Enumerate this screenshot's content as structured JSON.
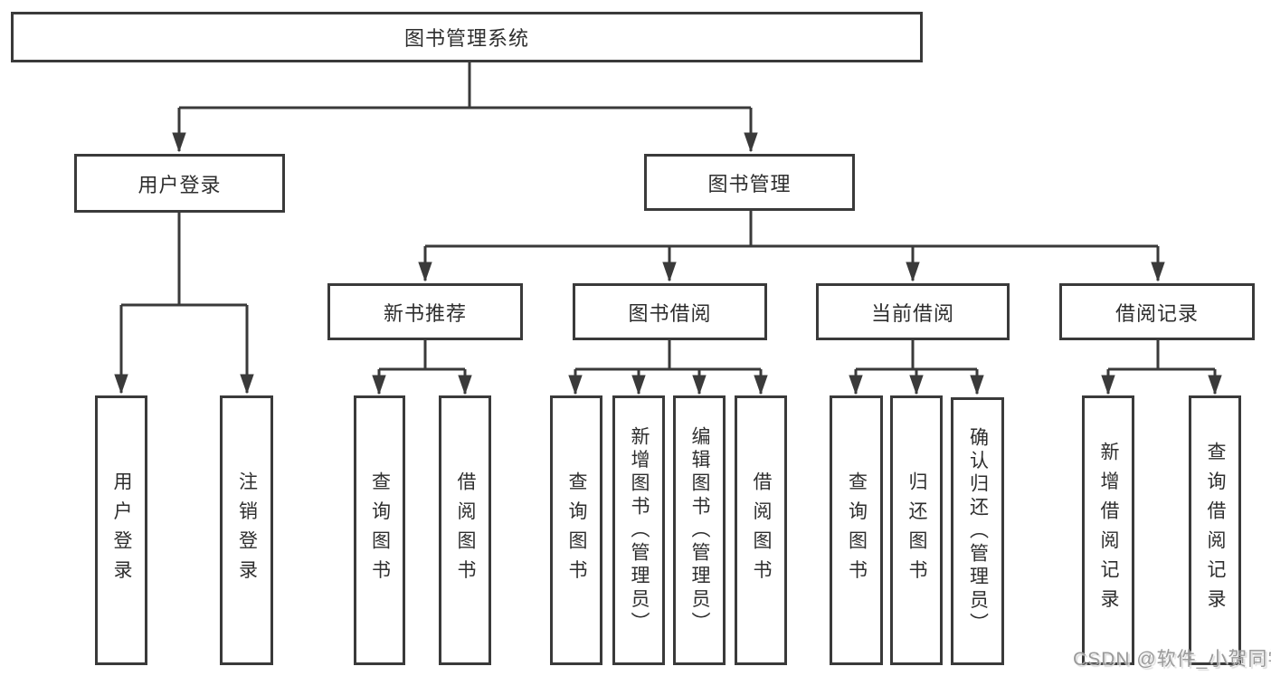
{
  "colors": {
    "line": "#3a3a3a",
    "box_border": "#3a3a3a",
    "text": "#2e2e2e",
    "watermark": "#9a9a9a",
    "background": "#ffffff"
  },
  "watermark": {
    "text": "CSDN @软件_小贺同学"
  },
  "tree": {
    "root": {
      "label": "图书管理系统"
    },
    "branches": [
      {
        "label": "用户登录",
        "children": [
          {
            "label": "用户登录"
          },
          {
            "label": "注销登录"
          }
        ]
      },
      {
        "label": "图书管理",
        "sections": [
          {
            "label": "新书推荐",
            "children": [
              {
                "label": "查询图书"
              },
              {
                "label": "借阅图书"
              }
            ]
          },
          {
            "label": "图书借阅",
            "children": [
              {
                "label": "查询图书"
              },
              {
                "label": "新增图书（管理员）"
              },
              {
                "label": "编辑图书（管理员）"
              },
              {
                "label": "借阅图书"
              }
            ]
          },
          {
            "label": "当前借阅",
            "children": [
              {
                "label": "查询图书"
              },
              {
                "label": "归还图书"
              },
              {
                "label": "确认归还（管理员）"
              }
            ]
          },
          {
            "label": "借阅记录",
            "children": [
              {
                "label": "新增借阅记录"
              },
              {
                "label": "查询借阅记录"
              }
            ]
          }
        ]
      }
    ]
  }
}
